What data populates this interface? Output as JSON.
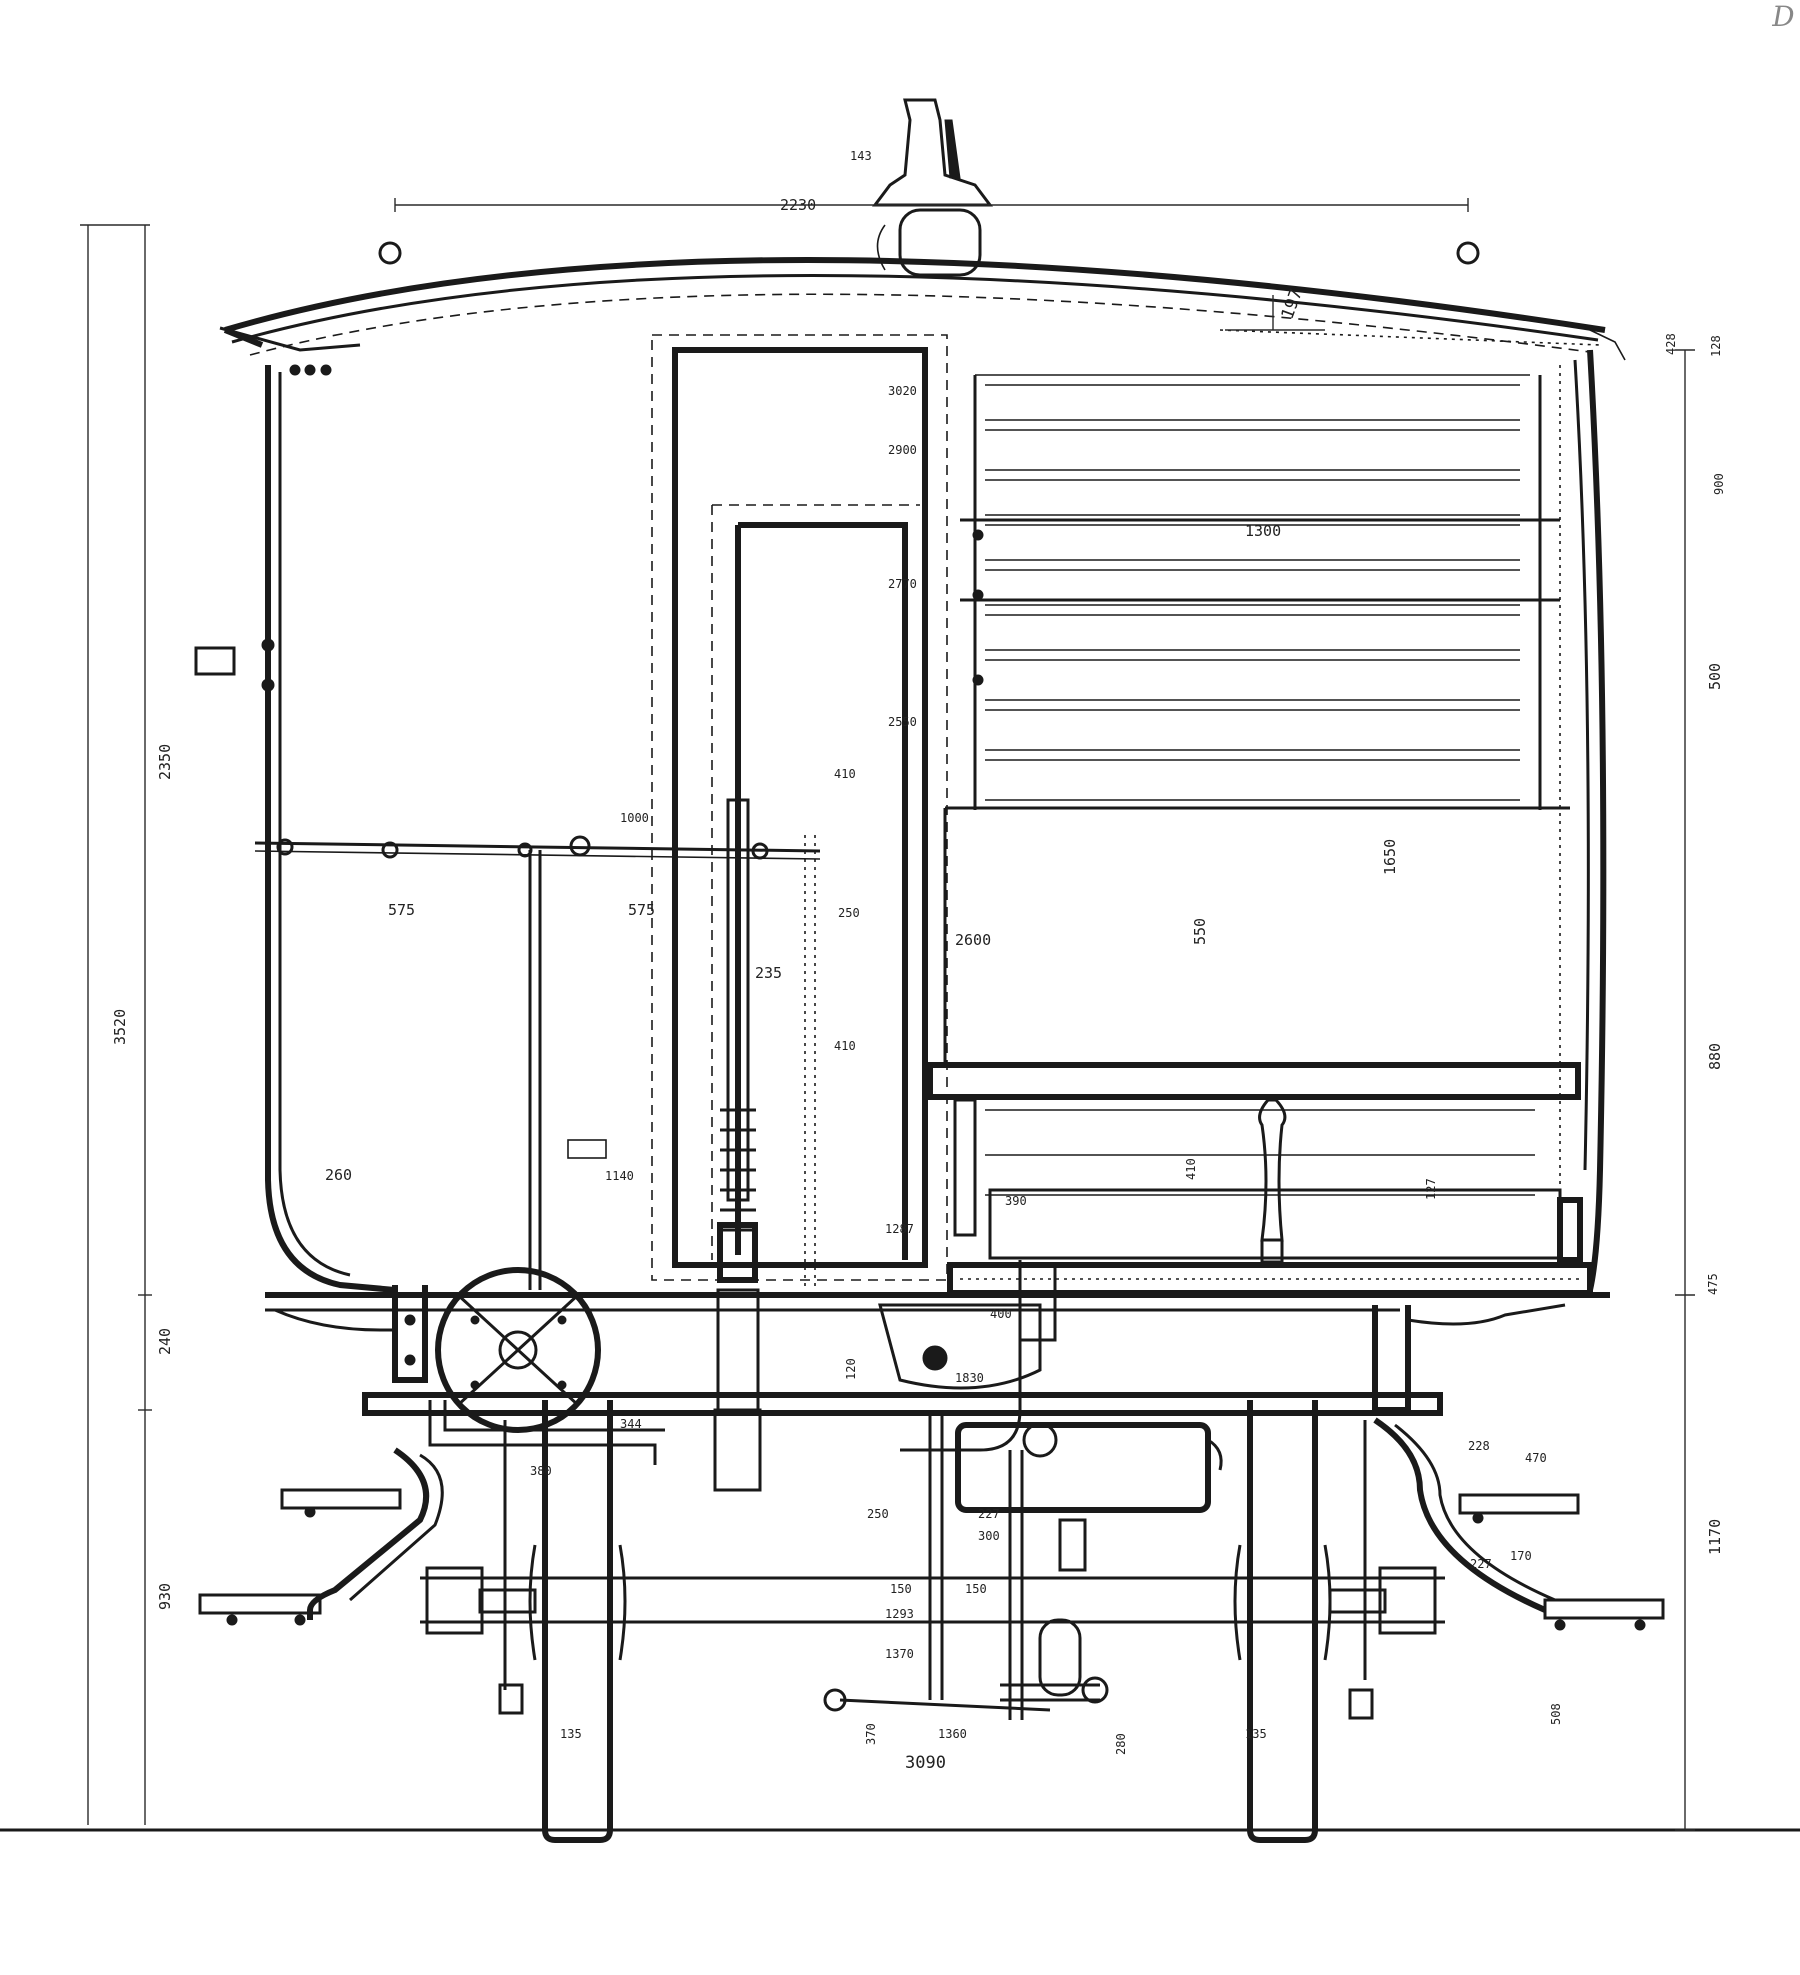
{
  "corner_mark": "D",
  "dimensions": {
    "roof_width": "2230",
    "roof_rise": "197",
    "vent_note": "143",
    "lamp_height": "3020",
    "label_2900": "2900",
    "label_2770": "2770",
    "label_2550": "2550",
    "partition_410_top": "410",
    "label_1000": "1000",
    "label_575_left": "575",
    "label_575_mid": "575",
    "label_250": "250",
    "label_235": "235",
    "label_410_mid": "410",
    "label_2600": "2600",
    "label_550": "550",
    "label_1650": "1650",
    "label_1300": "1300",
    "label_260": "260",
    "label_1140": "1140",
    "label_1287": "1287",
    "label_390": "390",
    "label_410_seat": "410",
    "label_127": "127",
    "label_400": "400",
    "label_1830": "1830",
    "label_120": "120",
    "label_344": "344",
    "label_380": "380",
    "label_250_low": "250",
    "label_227": "227",
    "label_300": "300",
    "label_150a": "150",
    "label_150b": "150",
    "label_1293": "1293",
    "label_1370": "1370",
    "label_135_left": "135",
    "label_135_right": "135",
    "label_1360": "1360",
    "label_3090": "3090",
    "label_280": "280",
    "label_370": "370",
    "label_228": "228",
    "label_470": "470",
    "label_227b": "227",
    "label_170": "170",
    "left_total": "3520",
    "left_upper": "2350",
    "left_mid": "240",
    "left_lower": "930",
    "right_500": "500",
    "right_880": "880",
    "right_1170": "1170",
    "right_428": "428",
    "right_128": "128",
    "right_475": "475",
    "right_508": "508",
    "label_900": "900"
  }
}
